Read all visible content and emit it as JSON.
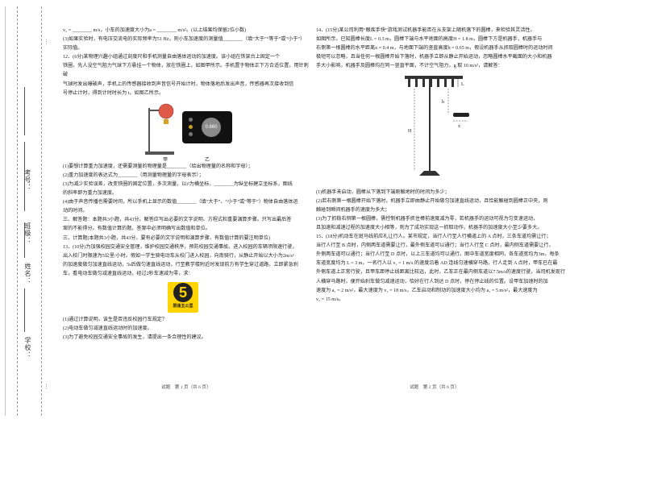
{
  "binding": {
    "labels": [
      "学校：",
      "姓名：",
      "班级：",
      "考号："
    ],
    "fold_marks": [
      "…",
      "…"
    ]
  },
  "page1": {
    "lines": [
      "v₂ = ________ m/s，小车的加速度大小为a = ________ m/s²。(以上结果均保留2位小数)",
      "(3)如果实验时，有电压交流电的实际频率为51 Hz，则小车加速度的测量值________（填“大于”“等于”或“小于”）实际值。",
      "12．(6分)某物理兴趣小组通过刻度尺和手机测量自由落体运动的加速度。该小组在铁架台上固定一个",
      "铁圈，先人没空气阻力气球下方悬挂一个物体，放在铁圈上，如图甲所示。手机置于物体正下方合适位置，用针刺破",
      "气球时发出爆破声，手机上的传感器接收到声音信号开始计时，物体落地后发出声音，传感器再次接收到信",
      "号停止计时，得到计时时长为 t，如图乙所示。"
    ],
    "figure_caption_a": "甲",
    "figure_caption_b": "乙",
    "phone_reading": "0.660",
    "lines2": [
      "(1)要想计算重力加速度，还需要测量的物理量是________（给出物理量的名称和字母）；",
      "(2)重力加速度的表达式为________（用测量物理量的字母表示）；",
      "(3)为减少实验误差，改变铁圈的固定位置，多次测量，以t²为横坐标，________为纵坐标建立坐标系，图线",
      "的斜率即为重力加速度。",
      "(4)由于声音传播也需要时间，所以手机上显示的数值________（填“大于”、“小于”或“等于”）物体自由落体运",
      "动的时间。",
      "三、解答题：本题共3小题，共43分。解答应写出必要的文字说明、方程式和重要演算步骤。只写出最后答",
      "案的不能得分。有数值计算的题，答案中必须明确写出数值和单位。",
      "三、计算题(本题共3小题，共43分。要有必要的文字说明和演算步骤，有数值计算的要注明单位)",
      "13．(10分)为加强校园交通安全管理，维护校园交通秩序，预防校园交通事故。进入校园的车辆须限速行驶，",
      "出入校门时限速为5公里/小时。假如一学生骑电动车从校门进入校园，向南骑行，从静止开始以大小为2m/s²",
      "的加速度做匀加速直线运动，5s后做匀速直线运动，行至教学楼附近时发现前方有学生穿过道路，立即紧急刹",
      "车，看电动车做匀减速直线运动，经过2秒车速减为零，求："
    ],
    "sign_number": "5",
    "sign_text": "限速五公里",
    "lines3": [
      "(1)通过计算说明，该生是否违反校园行车规定？",
      "(2)电动车做匀减速直线运动时的加速度。",
      "(3)为了避免校园交通安全事故的发生，请提出一条合理性的建议。"
    ],
    "footer": "试题　第 1 页（共 6 页）"
  },
  "page2": {
    "lines": [
      "14．(15分)某公司利用“眼疾手快”游戏测试机器手能否在从支架上随机落下的圆棒，来检验其灵活性。",
      "如图所示，已知圆棒长度L = 0.3 m，圆棒下端与水平地面的高度H = 1.8 m，圆棒下方是机器手，机器手与",
      "右侧第一根圆棒的水平距离x = 0.4 m，与地面下端的竖直高度h = 0.65 m，假设机器手从抓取圆棒时的运动时间",
      "极短可以忽略，且当任何一根圆棒开始下落时，机器手立即从静止开始运动，忽略圆棒水平截面的大小和机器",
      "手大小影响，机器手及圆棒均在同一竖直平面，不计空气阻力，g 取 10 m/s²，请解答："
    ],
    "figure_labels": [
      "L",
      "h",
      "H",
      "x"
    ],
    "lines2": [
      "(1)机器手未启动，圆棒从下落到下端刚触地时的时间为多少；",
      "(2)若右侧第一根圆棒开始下落时，机器手立即由静止开始做匀加速直线运动，且恰能触碰到圆棒正中央，则",
      "触碰到瞬间机器手的速度为多大；",
      "(3)为了抓稳右侧第一根圆棒，需控制机器手抓住棒前速度减为零，若机器手的运动可视为匀变速运动，",
      "且加速和减速过程的加速度大小相等，则为了成功实现这一抓取动作，机器手的加速度大小至少要多大。",
      "15．(18分)机动车在斑马线前应礼让行人。某市规定，当行人行至人行横道上的 A 点时，三条车道均需让行；",
      "当行人行至 B 点时，内侧两车道需要让行，最外侧车道可以通行；当行人行至 C 点时，最内侧车道需要让行，",
      "外侧两车道可以通行；当行人行至 D 点时，以上三车道均可以通行。图中车道宽度相同，各车道宽均为3m，每条",
      "车道宽度均为 L = 3 m，一名行人以 v₁ = 1 m/s 的速度沿着 AD 连线匀速横穿马路，行人走到 A 点时，甲车已在最",
      "外侧车道上正常行驶，且甲车距停止线距离比较远，此时，乙车正在最内侧车道以7.5m/s的速度行驶，当司机发现行",
      "人横穿马路时，便开始刹车做匀减速运动，恰好在行人到达 D 点时，停在停止线的位置。设甲车加速时的加",
      "速度为 a₁ = 2 m/s²，最大速度为 v₁ = 18 m/s，乙车启动和制动的加速度大小均为 a₂ = 5 m/s²，最大速度为",
      "v₂ = 15 m/s。"
    ],
    "footer": "试题　第 2 页（共 6 页）"
  }
}
